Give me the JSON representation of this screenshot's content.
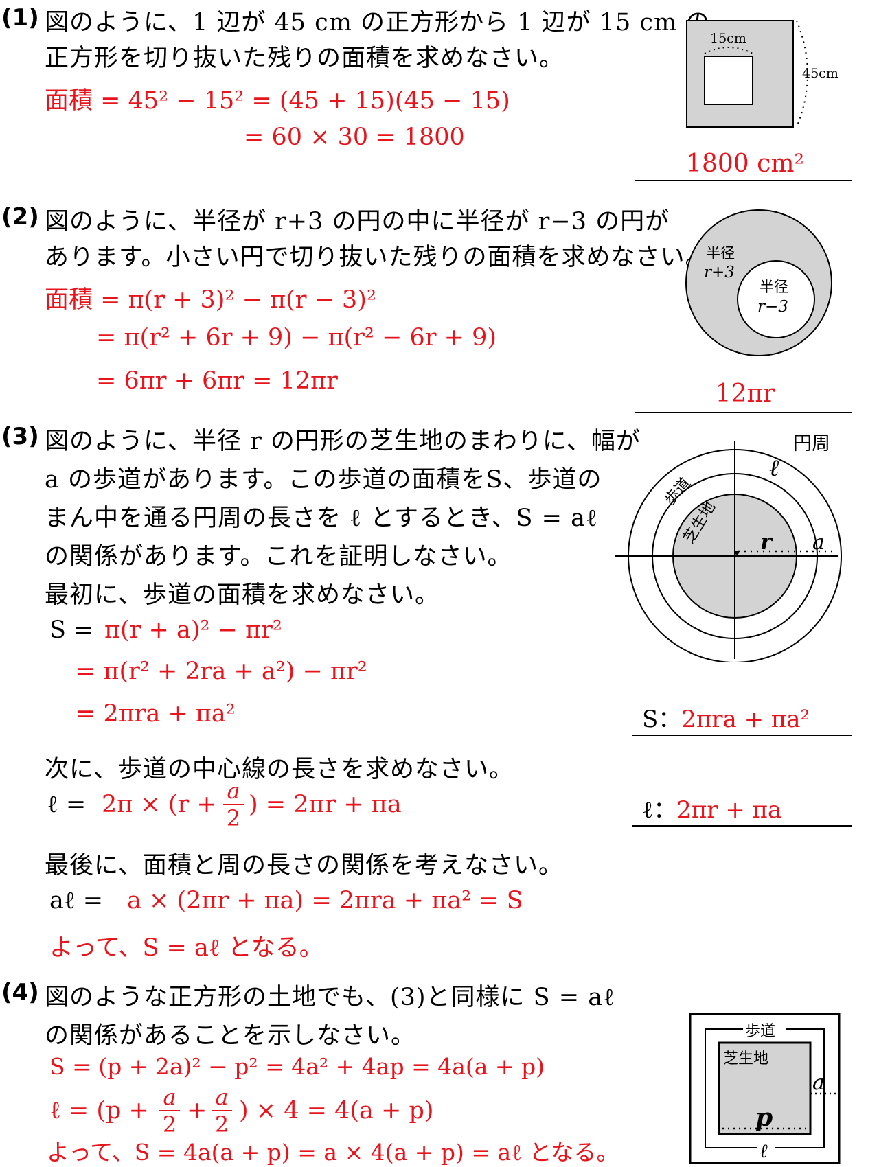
{
  "q1": {
    "number": "(1)",
    "line1": "図のように、1 辺が 45 cm の正方形から 1 辺が 15 cm の",
    "line2": "正方形を切り抜いた残りの面積を求めなさい。",
    "work1": "面積 = 45² − 15² = (45 + 15)(45 − 15)",
    "work2": "= 60 × 30 = 1800",
    "answer": "1800 cm²",
    "fig": {
      "inner_label": "15cm",
      "outer_label": "45cm"
    }
  },
  "q2": {
    "number": "(2)",
    "line1": "図のように、半径が r+3 の円の中に半径が r−3 の円が",
    "line2": "あります。小さい円で切り抜いた残りの面積を求めなさい。",
    "work1": "面積 = π(r + 3)² − π(r − 3)²",
    "work2": "= π(r² + 6r + 9) − π(r² − 6r + 9)",
    "work3": "= 6πr + 6πr = 12πr",
    "answer": "12πr",
    "fig": {
      "outer_l1": "半径",
      "outer_l2": "r+3",
      "inner_l1": "半径",
      "inner_l2": "r−3"
    }
  },
  "q3": {
    "number": "(3)",
    "line1": "図のように、半径 r の円形の芝生地のまわりに、幅が",
    "line2": "a の歩道があります。この歩道の面積をS、歩道の",
    "line3": "まん中を通る円周の長さを ℓ とするとき、S = aℓ",
    "line4": "の関係があります。これを証明しなさい。",
    "step1": "最初に、歩道の面積を求めなさい。",
    "s_label": "S =",
    "s1": "π(r + a)² − πr²",
    "s2": "= π(r² + 2ra + a²) − πr²",
    "s3": "= 2πra + πa²",
    "answer_s_label": "S：",
    "answer_s": "2πra + πa²",
    "step2": "次に、歩道の中心線の長さを求めなさい。",
    "l_label": "ℓ =",
    "l_a": "2π × (r +",
    "l_frac_num": "a",
    "l_frac_den": "2",
    "l_b": ") = 2πr + πa",
    "answer_l_label": "ℓ：",
    "answer_l": "2πr + πa",
    "step3": "最後に、面積と周の長さの関係を考えなさい。",
    "al_label": "aℓ =",
    "al": "a × (2πr + πa) = 2πra + πa² = S",
    "conclusion": "よって、S = aℓ となる。",
    "fig": {
      "circumference": "円周",
      "walkway": "歩道",
      "grass": "芝生地",
      "ell": "ℓ",
      "r": "r",
      "a": "a"
    }
  },
  "q4": {
    "number": "(4)",
    "line1": "図のような正方形の土地でも、(3)と同様に S = aℓ",
    "line2": "の関係があることを示しなさい。",
    "w1": "S = (p + 2a)² − p² = 4a² + 4ap = 4a(a + p)",
    "w2a": "ℓ = (p +",
    "w2_frac1_num": "a",
    "w2_frac1_den": "2",
    "w2_plus": "+",
    "w2_frac2_num": "a",
    "w2_frac2_den": "2",
    "w2b": ") × 4 = 4(a + p)",
    "w3": "よって、S = 4a(a + p) = a × 4(a + p) = aℓ となる。",
    "fig": {
      "walkway": "歩道",
      "grass": "芝生地",
      "a": "a",
      "p": "p",
      "ell": "ℓ"
    }
  },
  "colors": {
    "answer_red": "#e8141c",
    "shade_gray": "#d3d3d3"
  }
}
